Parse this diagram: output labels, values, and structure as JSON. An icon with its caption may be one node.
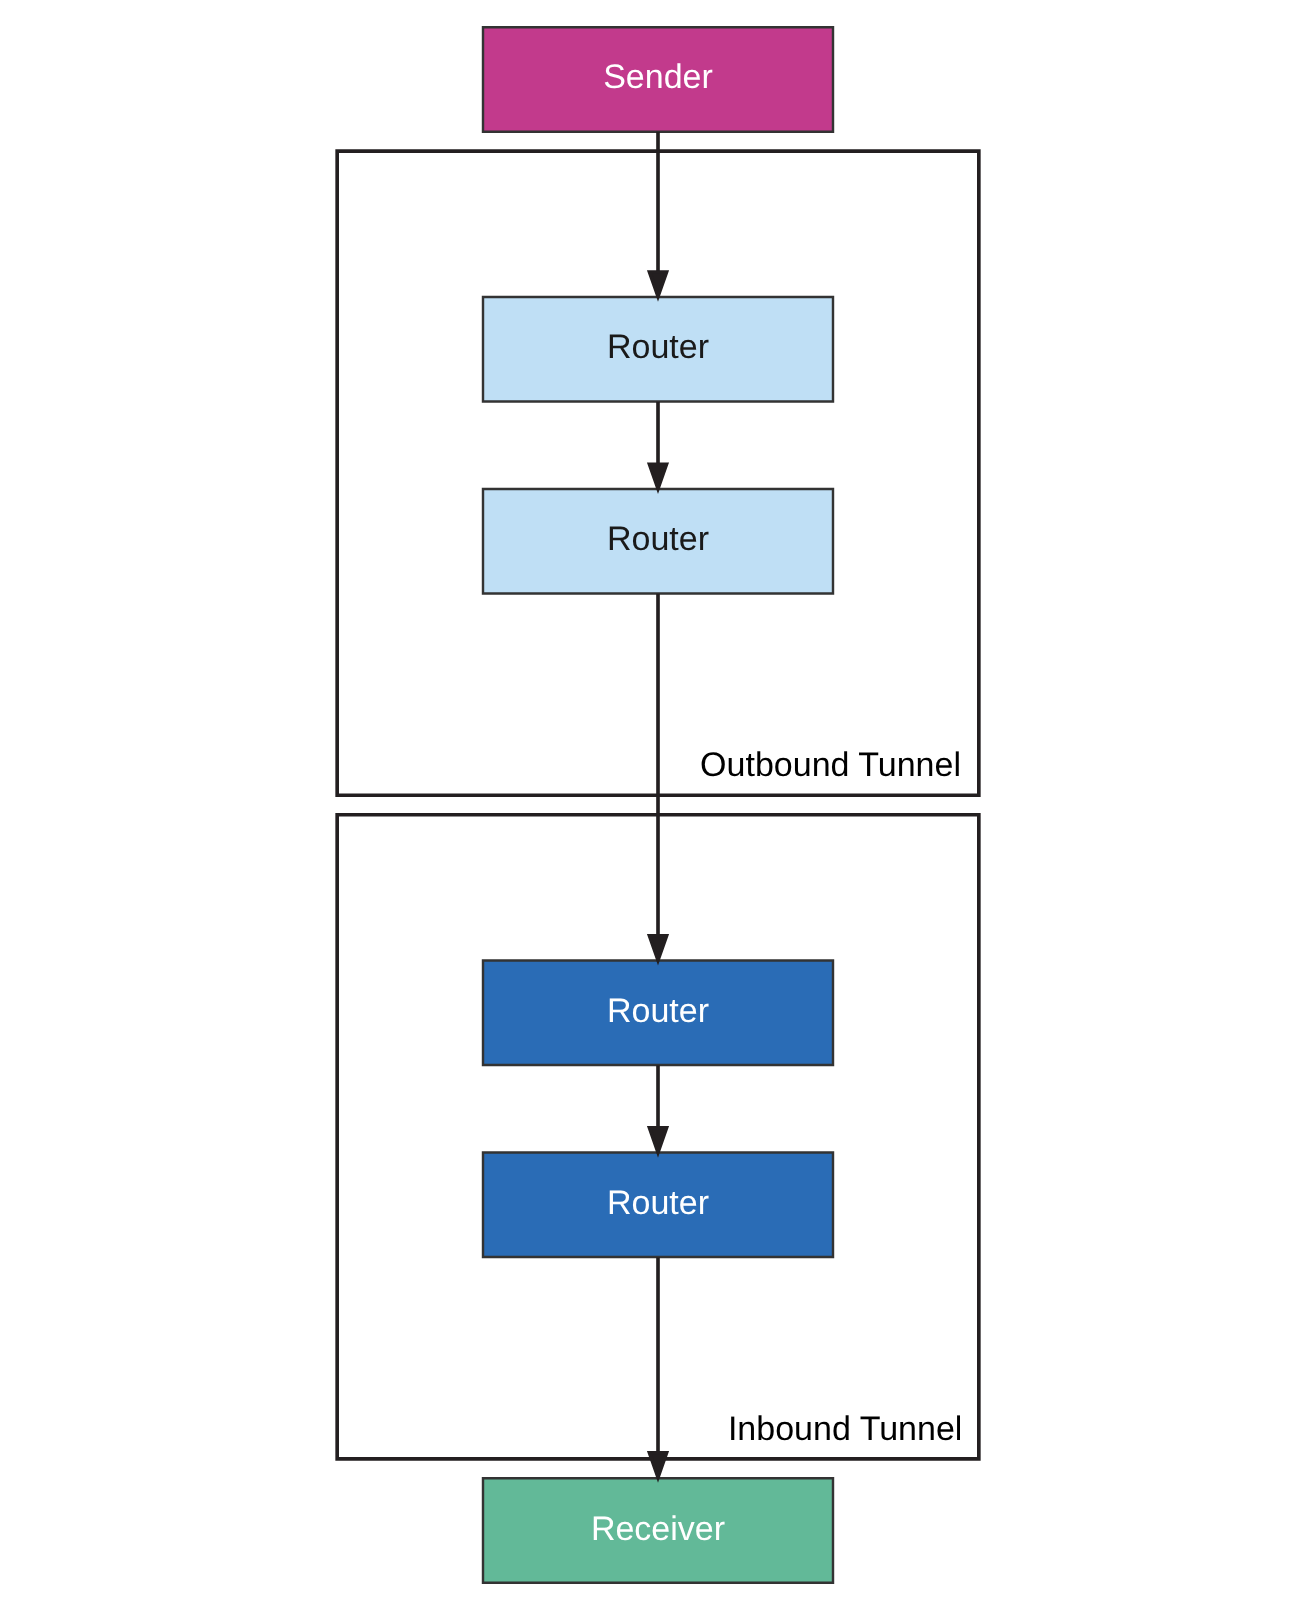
{
  "diagram": {
    "nodes": [
      {
        "text": [
          "Sender"
        ]
      },
      {
        "text": [
          "Outbound Tunnel"
        ]
      },
      {
        "text": [
          "Router"
        ],
        "in": 1
      },
      {
        "text": [
          "Router"
        ],
        "in": 1
      },
      {
        "text": [
          "Inbound Tunnel"
        ]
      },
      {
        "text": [
          "Router"
        ],
        "in": 4
      },
      {
        "text": [
          "Router"
        ],
        "in": 4
      },
      {
        "text": [
          "Receiver"
        ]
      }
    ],
    "edges": [
      {
        "from": 0,
        "to": 2,
        "arrow": "to"
      },
      {
        "from": 2,
        "to": 3,
        "arrow": "to"
      },
      {
        "from": 3,
        "to": 5,
        "arrow": "to"
      },
      {
        "from": 5,
        "to": 6,
        "arrow": "to"
      },
      {
        "from": 6,
        "to": 7,
        "arrow": "to"
      }
    ]
  }
}
